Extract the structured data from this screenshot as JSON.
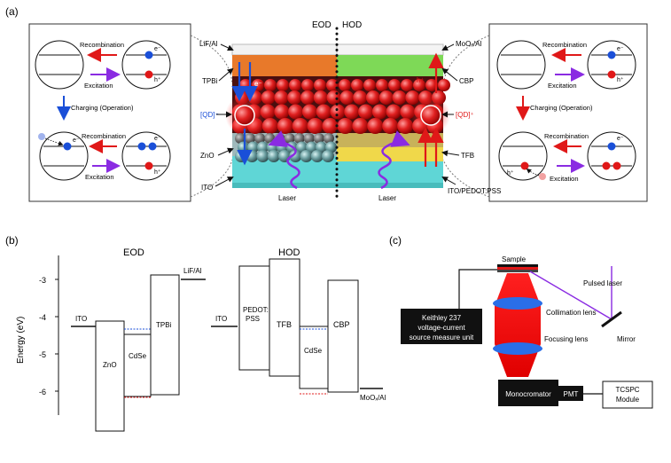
{
  "panels": {
    "a": "(a)",
    "b": "(b)",
    "c": "(c)"
  },
  "panel_a": {
    "eod_label": "EOD",
    "hod_label": "HOD",
    "left_layers": {
      "top": "LiF/Al",
      "tpbi": "TPBi",
      "qd": "[QD]⁻",
      "zno": "ZnO",
      "ito": "ITO"
    },
    "right_layers": {
      "top": "MoOₓ/Al",
      "cbp": "CBP",
      "qd": "[QD]⁺",
      "tfb": "TFB",
      "ito": "ITO/PEDOT:PSS"
    },
    "laser_left": "Laser",
    "laser_right": "Laser",
    "electron_arrow": "e⁻",
    "hole_arrow": "h⁺",
    "left_box": {
      "recombination_top": "Recombination",
      "excitation_top": "Excitation",
      "charging": "Charging (Operation)",
      "recombination_bottom": "Recombination",
      "excitation_bottom": "Excitation",
      "e": "e⁻",
      "h": "h⁺"
    },
    "right_box": {
      "recombination_top": "Recombination",
      "excitation_top": "Excitation",
      "charging": "Charging (Operation)",
      "recombination_bottom": "Recombination",
      "excitation_bottom": "Excitation",
      "e": "e⁻",
      "h": "h⁺"
    }
  },
  "panel_b": {
    "ylabel": "Energy (eV)",
    "yticks": [
      "-3",
      "-4",
      "-5",
      "-6"
    ],
    "eod_title": "EOD",
    "hod_title": "HOD",
    "eod_layers": [
      "ITO",
      "ZnO",
      "CdSe",
      "TPBi",
      "LiF/Al"
    ],
    "hod_layers": [
      "ITO",
      "PEDOT:",
      "PSS",
      "TFB",
      "CdSe",
      "CBP",
      "MoOₓ/Al"
    ]
  },
  "panel_c": {
    "sample": "Sample",
    "pulsed_laser": "Pulsed laser",
    "mirror": "Mirror",
    "collimation_lens": "Collimation lens",
    "focusing_lens": "Focusing lens",
    "keithley_line1": "Keithley 237",
    "keithley_line2": "voltage-current",
    "keithley_line3": "source measure unit",
    "monocromator": "Monocromator",
    "pmt": "PMT",
    "tcspc_line1": "TCSPC",
    "tcspc_line2": "Module"
  },
  "colors": {
    "electron": "#1a4fd8",
    "hole": "#e01818",
    "excitation": "#8a2be2",
    "orange_layer": "#e8792a",
    "green_layer": "#7ed957",
    "teal_layer": "#5fd6d6",
    "yellow_layer": "#f0d84a"
  }
}
